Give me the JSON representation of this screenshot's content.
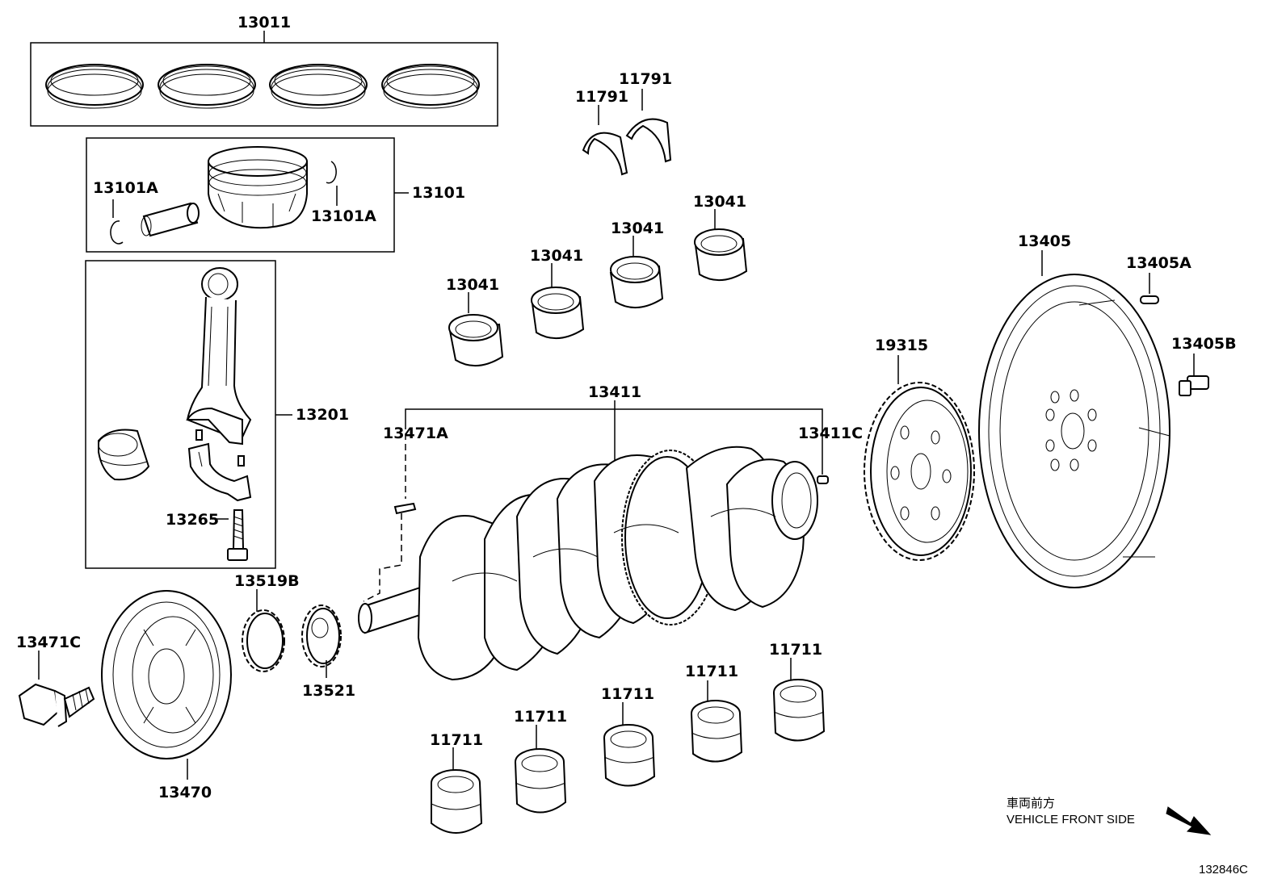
{
  "labels": {
    "rings_set": "13011",
    "piston_set": "13101",
    "snap_ring_left": "13101A",
    "snap_ring_right": "13101A",
    "conrod_set": "13201",
    "conrod_bolt": "13265",
    "thrust_washer_left": "11791",
    "thrust_washer_right": "11791",
    "conrod_bearing_1": "13041",
    "conrod_bearing_2": "13041",
    "conrod_bearing_3": "13041",
    "conrod_bearing_4": "13041",
    "crankshaft": "13411",
    "crank_key_front": "13471A",
    "crank_pin_rear": "13411C",
    "signal_plate": "19315",
    "flywheel": "13405",
    "flywheel_pin": "13405A",
    "flywheel_bolt": "13405B",
    "sprocket_b": "13519B",
    "sprocket": "13521",
    "pulley_bolt": "13471C",
    "pulley": "13470",
    "main_bearing_1": "11711",
    "main_bearing_2": "11711",
    "main_bearing_3": "11711",
    "main_bearing_4": "11711",
    "main_bearing_5": "11711"
  },
  "notes": {
    "front_jp": "車両前方",
    "front_en": "VEHICLE FRONT SIDE",
    "diagram_id": "132846C"
  },
  "icons": {
    "front_direction": "arrow-down-right-icon"
  }
}
